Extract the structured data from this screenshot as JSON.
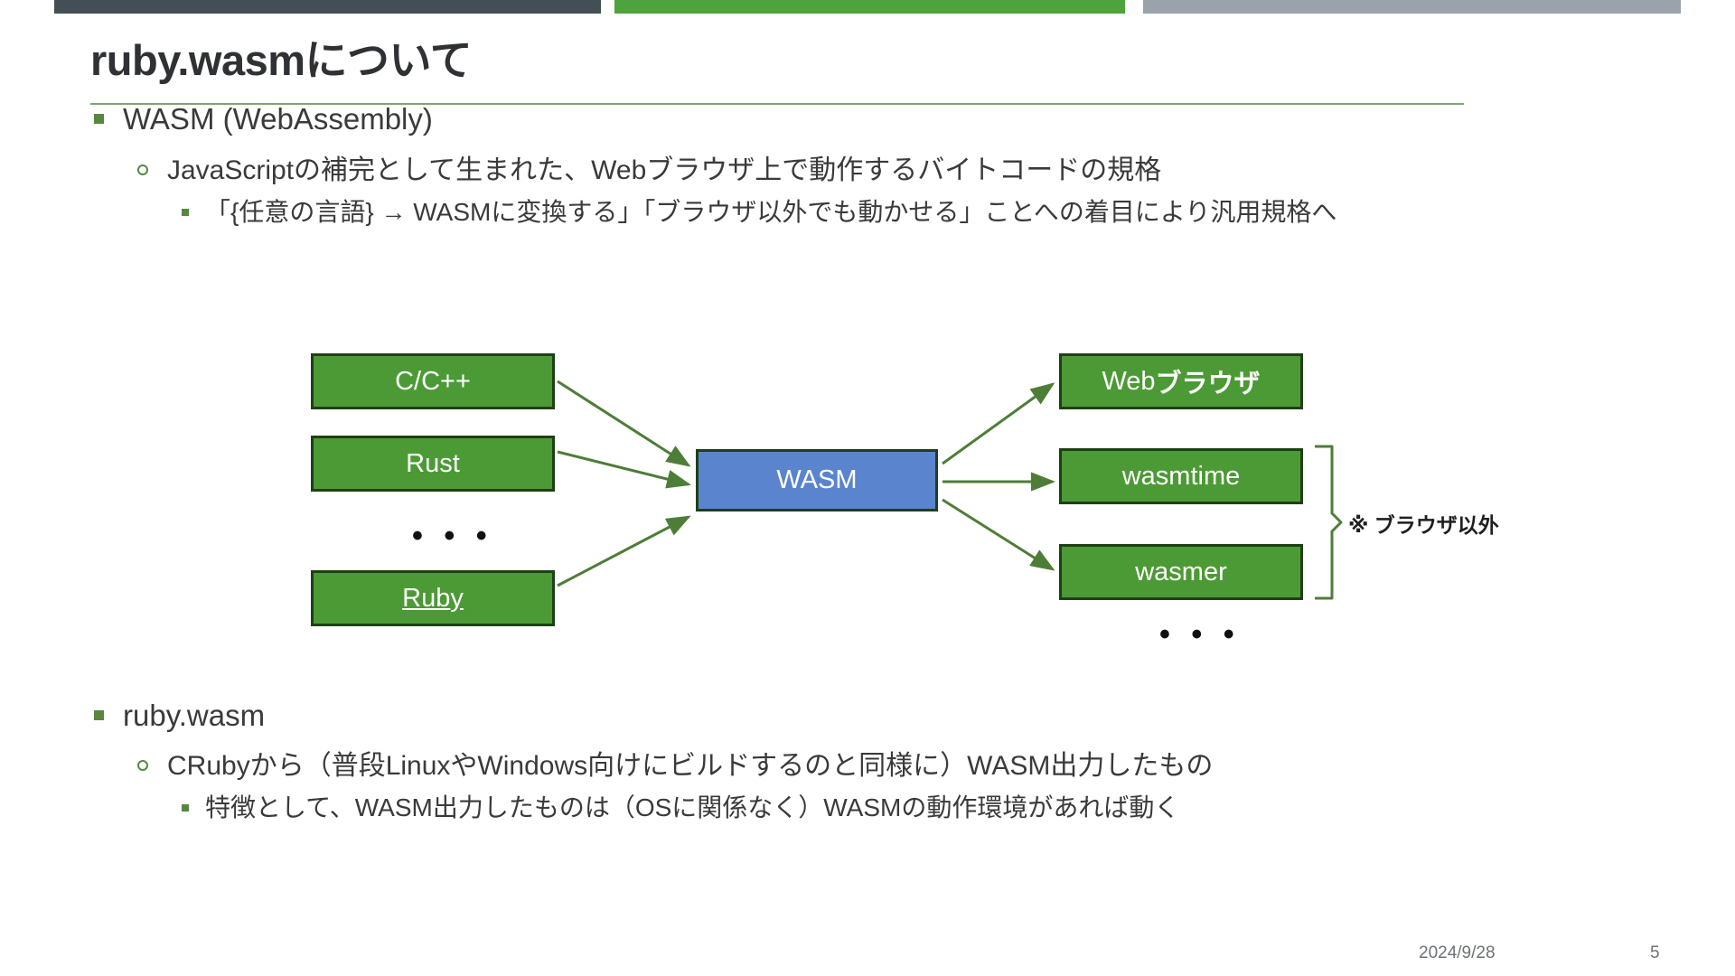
{
  "slide": {
    "title": "ruby.wasmについて",
    "topbar": {
      "segments": [
        {
          "name": "dark-segment",
          "color": "#434F55"
        },
        {
          "name": "green-segment",
          "color": "#4EA33C"
        },
        {
          "name": "gray-segment",
          "color": "#9AA2AC"
        }
      ],
      "rule_color": "#7FA86B"
    },
    "bullets": [
      {
        "level": 1,
        "text": "WASM (WebAssembly)"
      },
      {
        "level": 2,
        "text": "JavaScriptの補完として生まれた、Webブラウザ上で動作するバイトコードの規格"
      },
      {
        "level": 3,
        "text": "「{任意の言語} → WASMに変換する」「ブラウザ以外でも動かせる」ことへの着目により汎用規格へ"
      },
      {
        "level": 1,
        "text": "ruby.wasm"
      },
      {
        "level": 2,
        "text": "CRubyから（普段LinuxやWindows向けにビルドするのと同様に）WASM出力したもの"
      },
      {
        "level": 3,
        "text": "特徴として、WASM出力したものは（OSに関係なく）WASMの動作環境があれば動く"
      }
    ],
    "diagram": {
      "sources": [
        {
          "id": "cpp",
          "label": "C/C++",
          "underline": false
        },
        {
          "id": "rust",
          "label": "Rust",
          "underline": false
        },
        {
          "id": "ruby",
          "label": "Ruby",
          "underline": true
        }
      ],
      "source_ellipsis": "• • •",
      "center": {
        "id": "wasm",
        "label": "WASM",
        "fill": "#5B84CE"
      },
      "targets": [
        {
          "id": "browser",
          "label_latin": "Web",
          "label_jp": "ブラウザ"
        },
        {
          "id": "wasmtime",
          "label_latin": "wasmtime",
          "label_jp": ""
        },
        {
          "id": "wasmer",
          "label_latin": "wasmer",
          "label_jp": ""
        }
      ],
      "target_ellipsis": "• • •",
      "brace_label": "※ ブラウザ以外",
      "box_fill": "#4C9A35",
      "box_border": "#1E4016",
      "arrow_color": "#4E7D38"
    },
    "footer": {
      "date": "2024/9/28",
      "page_number": "5"
    }
  }
}
